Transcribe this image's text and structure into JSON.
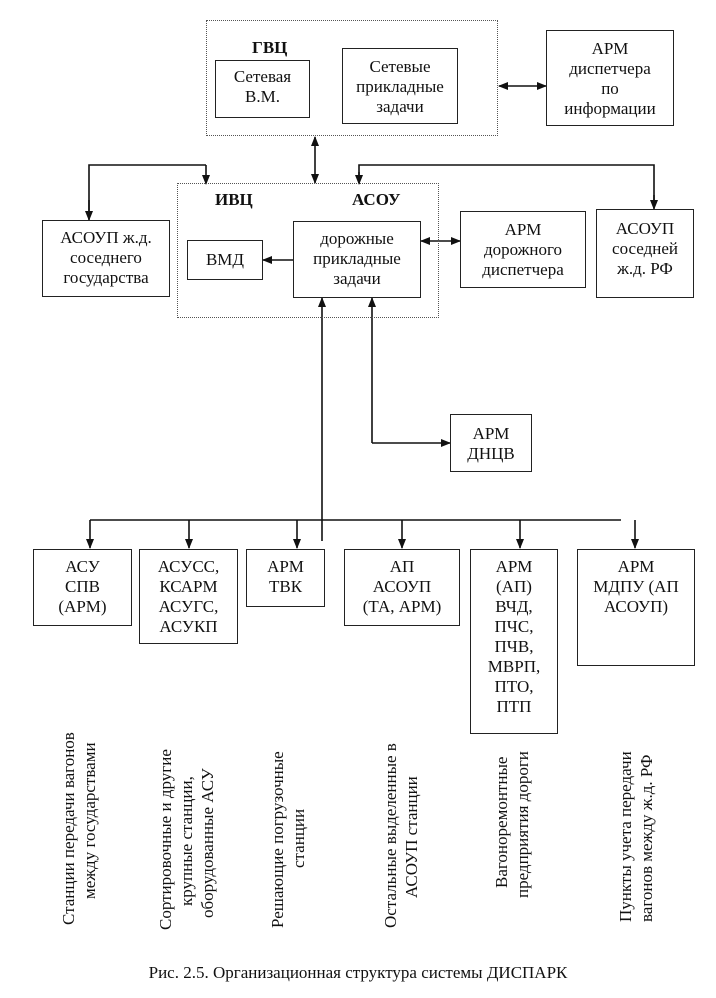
{
  "gvc": {
    "title": "ГВЦ",
    "network_vm": [
      "Сетевая",
      "В.М."
    ],
    "network_tasks": [
      "Сетевые",
      "прикладные",
      "задачи"
    ]
  },
  "arm_info_dispatcher": [
    "АРМ",
    "диспетчера",
    "по",
    "информации"
  ],
  "ivc": {
    "title_left": "ИВЦ",
    "title_right": "АСОУ",
    "vmd": "ВМД",
    "road_tasks": [
      "дорожные",
      "прикладные",
      "задачи"
    ]
  },
  "asoup_neighbor_state": [
    "АСОУП ж.д.",
    "соседнего",
    "государства"
  ],
  "arm_road_dispatcher": [
    "АРМ",
    "дорожного",
    "диспетчера"
  ],
  "asoup_neighbor_rf": [
    "АСОУП",
    "соседней",
    "ж.д. РФ"
  ],
  "arm_dncv": [
    "АРМ",
    "ДНЦВ"
  ],
  "bottom_boxes": [
    [
      "АСУ",
      "СПВ",
      "(АРМ)"
    ],
    [
      "АСУСС,",
      "КСАРМ",
      "АСУГС,",
      "АСУКП"
    ],
    [
      "АРМ",
      "ТВК"
    ],
    [
      "АП",
      "АСОУП",
      "(ТА, АРМ)"
    ],
    [
      "АРМ",
      "(АП)",
      "ВЧД,",
      "ПЧС,",
      "ПЧВ,",
      "МВРП,",
      "ПТО,",
      "ПТП"
    ],
    [
      "АРМ",
      "МДПУ (АП",
      "АСОУП)"
    ]
  ],
  "station_labels": [
    [
      "Станции передачи вагонов",
      "между государствами"
    ],
    [
      "Сортировочные и другие",
      "крупные станции,",
      "оборудованные АСУ"
    ],
    [
      "Решающие погрузочные",
      "станции"
    ],
    [
      "Остальные выделенные в",
      "АСОУП станции"
    ],
    [
      "Вагоноремонтные",
      "предприятия дороги"
    ],
    [
      "Пункты учета передачи",
      "вагонов между ж.д. РФ"
    ]
  ],
  "caption": "Рис. 2.5. Организационная структура системы ДИСПАРК"
}
